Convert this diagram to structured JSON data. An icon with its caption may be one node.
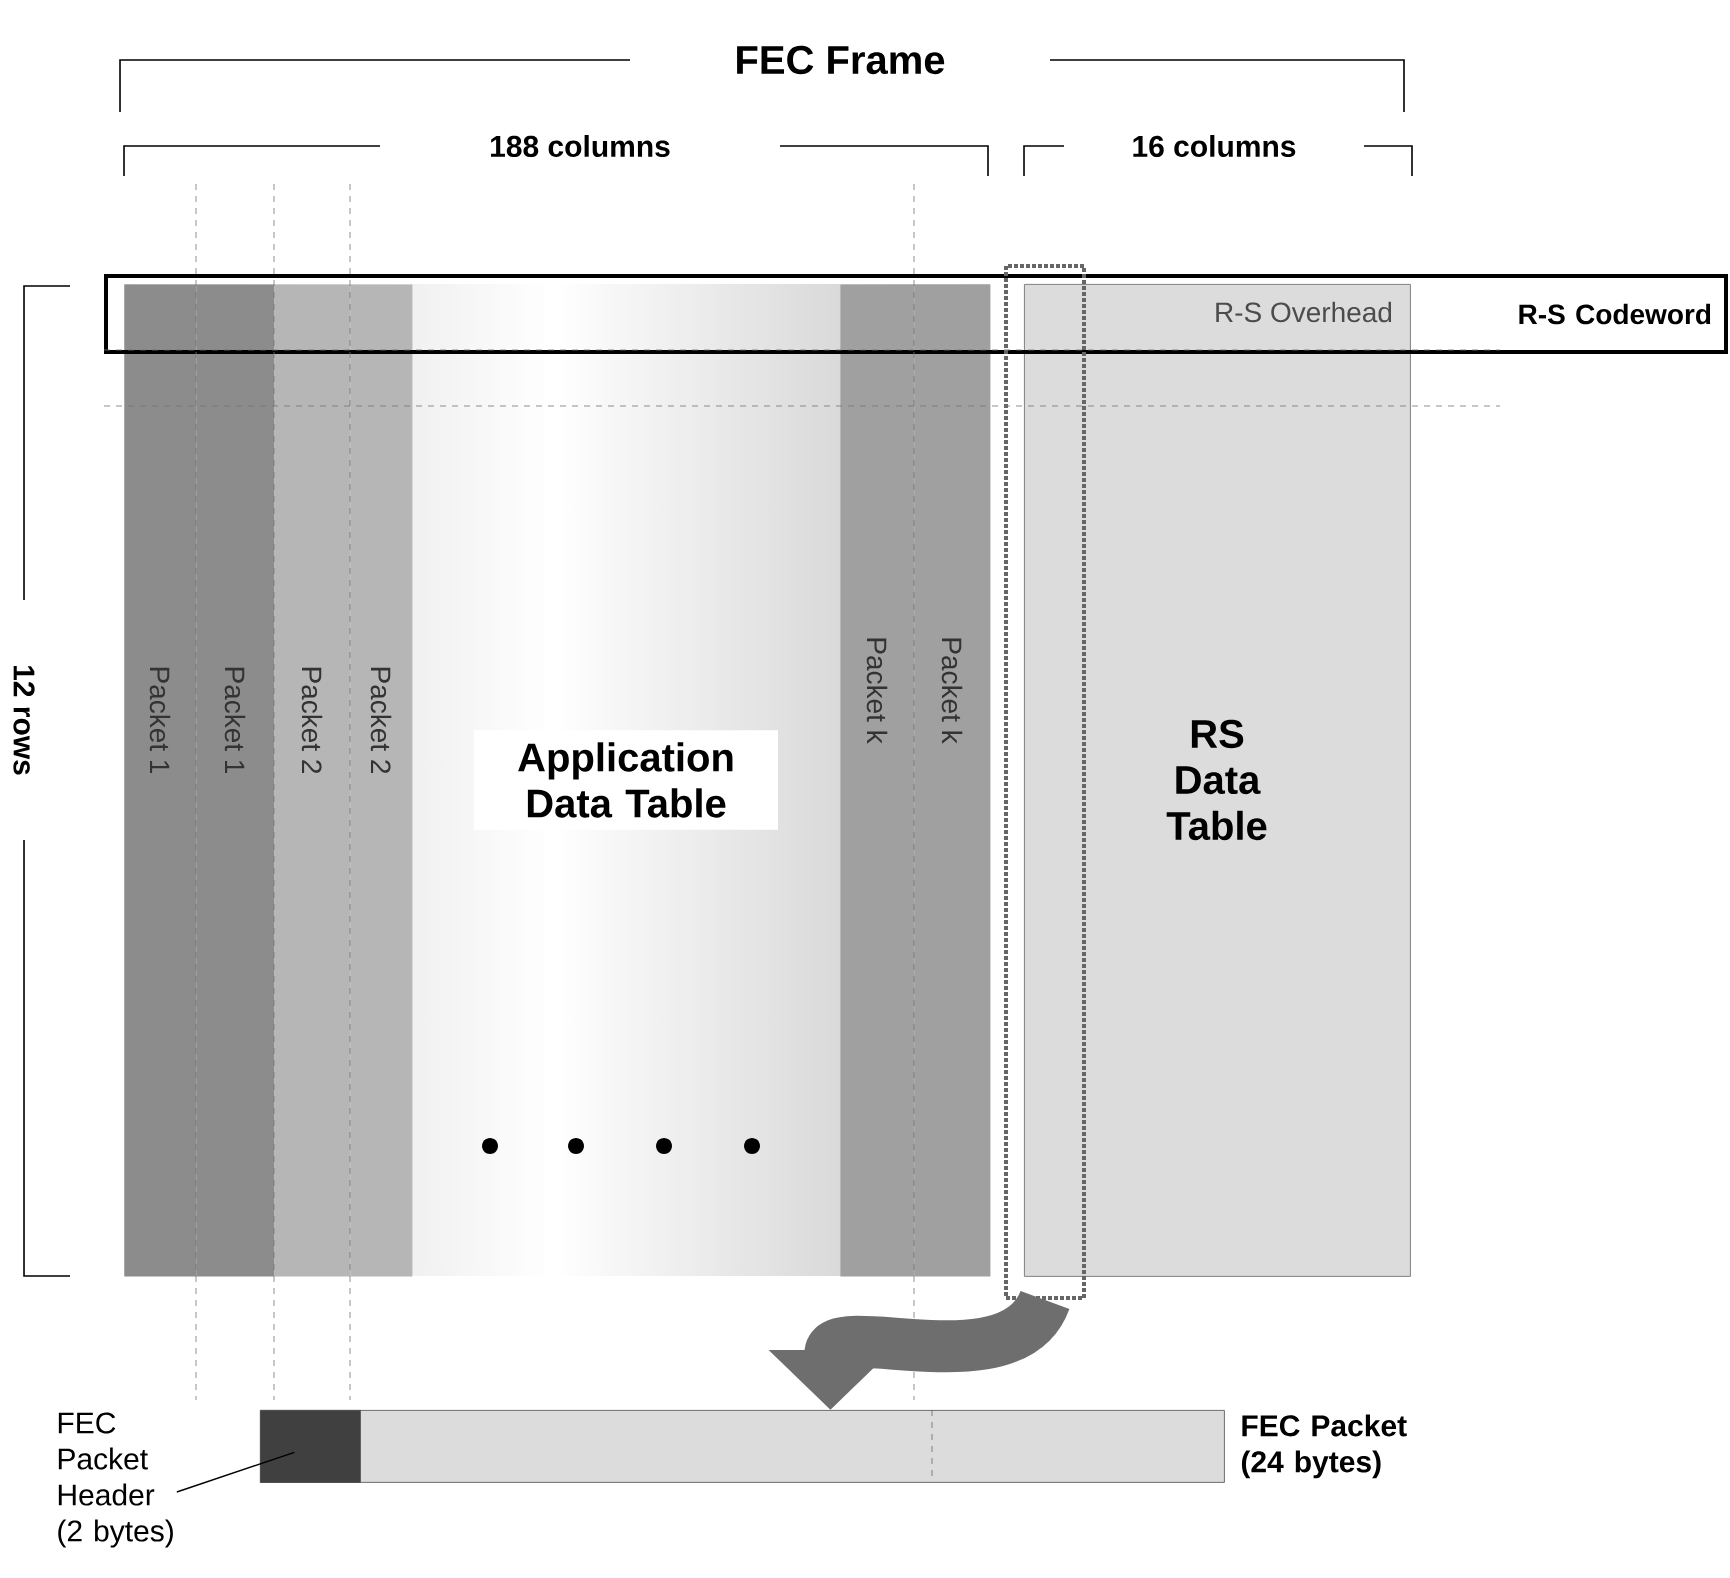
{
  "diagram": {
    "title": "FEC Frame",
    "nodes": [
      {
        "text": [
          "Application Data Table"
        ]
      },
      {
        "text": [
          "Packet 1"
        ]
      },
      {
        "text": [
          "Packet 1"
        ]
      },
      {
        "text": [
          "Packet 2"
        ]
      },
      {
        "text": [
          "Packet 2"
        ]
      },
      {
        "text": [
          "Packet k"
        ]
      },
      {
        "text": [
          "Packet k"
        ]
      },
      {
        "text": [
          "RS Data Table"
        ]
      },
      {
        "text": [
          "R-S Codeword"
        ]
      },
      {
        "text": [],
        "shape": "box"
      },
      {
        "text": [
          "FEC Packet (24 bytes)"
        ]
      },
      {
        "text": [],
        "shape": "box",
        "in": 10
      },
      {
        "text": [
          "FEC Packet Header (2 bytes)"
        ]
      }
    ],
    "edges": [
      {
        "from": 9,
        "to": 10,
        "arrow": "to",
        "style": "thick",
        "color": "#6e6e6e"
      },
      {
        "from": 12,
        "to": 11,
        "arrow": "none",
        "color": "#000000"
      }
    ],
    "labels": [
      "188 columns",
      "16 columns",
      "12 rows",
      "R-S Overhead"
    ]
  }
}
